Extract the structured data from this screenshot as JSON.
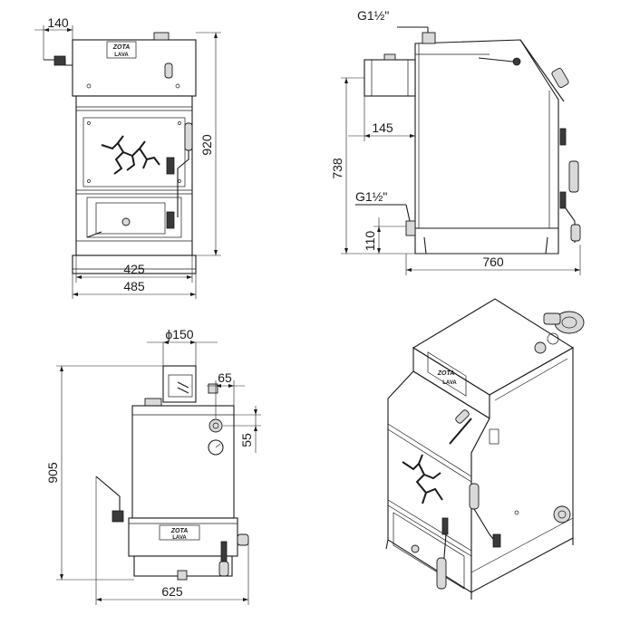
{
  "colors": {
    "line": "#1a1a1a",
    "fill": "#ffffff",
    "shade": "#d9d9d9"
  },
  "views": {
    "front": {
      "dims": {
        "top": "140",
        "height": "920",
        "inner_width": "425",
        "outer_width": "485"
      },
      "logo": {
        "brand": "ZOTA",
        "model": "LAVA"
      }
    },
    "side": {
      "dims": {
        "outlet_thread": "G1½\"",
        "flue_offset": "145",
        "outlet_height": "738",
        "inlet_thread": "G1½\"",
        "inlet_height": "110",
        "depth": "760"
      }
    },
    "rear": {
      "dims": {
        "flue_diameter": "ϕ150",
        "offset_h": "65",
        "offset_v": "55",
        "height": "905",
        "width": "625"
      },
      "logo": {
        "brand": "ZOTA",
        "model": "LAVA"
      }
    },
    "iso": {
      "logo": {
        "brand": "ZOTA",
        "model": "LAVA"
      }
    }
  }
}
